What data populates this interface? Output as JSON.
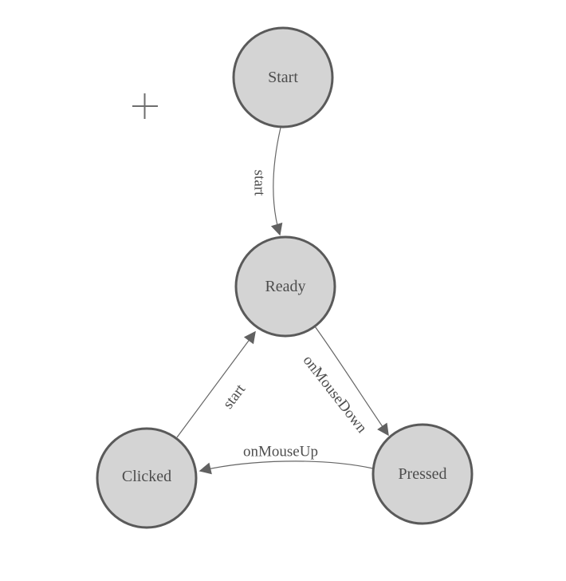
{
  "diagram": {
    "type": "state-machine",
    "nodes": [
      {
        "id": "start",
        "label": "Start"
      },
      {
        "id": "ready",
        "label": "Ready"
      },
      {
        "id": "clicked",
        "label": "Clicked"
      },
      {
        "id": "pressed",
        "label": "Pressed"
      }
    ],
    "edges": [
      {
        "id": "start-to-ready",
        "from": "start",
        "to": "ready",
        "label": "start"
      },
      {
        "id": "ready-to-pressed",
        "from": "ready",
        "to": "pressed",
        "label": "onMouseDown"
      },
      {
        "id": "pressed-to-clicked",
        "from": "pressed",
        "to": "clicked",
        "label": "onMouseUp"
      },
      {
        "id": "clicked-to-ready",
        "from": "clicked",
        "to": "ready",
        "label": "start"
      }
    ],
    "icons": {
      "crosshair": "crosshair-icon"
    }
  },
  "colors": {
    "background": "#ffffff",
    "node_fill": "#d4d4d4",
    "node_stroke": "#5a5a5a",
    "edge_stroke": "#666666",
    "arrow_fill": "#616161",
    "label_text": "#4d4d4d",
    "crosshair": "#6e6e6e"
  }
}
